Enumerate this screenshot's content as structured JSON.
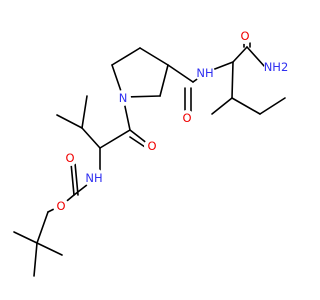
{
  "molecule": {
    "element_colors": {
      "N": "#3030F0",
      "O": "#F00000"
    },
    "bond_color": "#000000",
    "labels": {
      "n_ring": "N",
      "nh_top": "NH",
      "nh2": "NH2",
      "o_amide_top": "O",
      "o_amide_mid": "O",
      "o_carbonyl": "O",
      "nh_carbamate": "NH",
      "o_carbamate_carbonyl": "O",
      "o_ester": "O"
    }
  }
}
